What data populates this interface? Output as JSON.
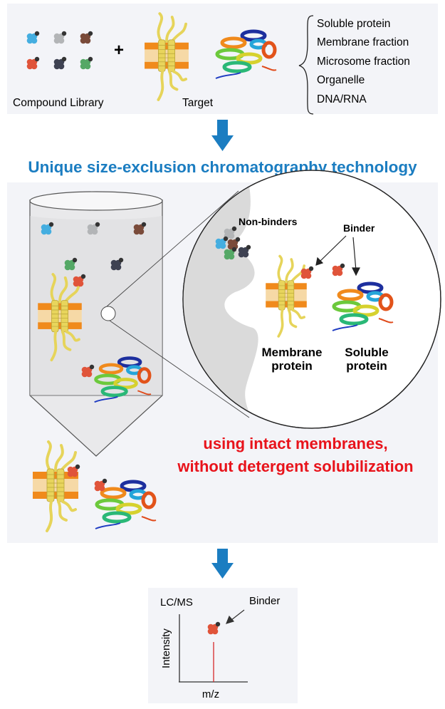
{
  "top_panel": {
    "compound_library_label": "Compound Library",
    "plus_sign": "+",
    "target_label": "Target",
    "target_types": [
      "Soluble protein",
      "Membrane fraction",
      "Microsome fraction",
      "Organelle",
      "DNA/RNA"
    ]
  },
  "title": "Unique size-exclusion chromatography technology",
  "middle_panel": {
    "non_binders_label": "Non-binders",
    "binder_label": "Binder",
    "membrane_protein_label": [
      "Membrane",
      "protein"
    ],
    "soluble_protein_label": [
      "Soluble",
      "protein"
    ],
    "highlight_text": [
      "using intact membranes,",
      "without detergent solubilization"
    ]
  },
  "bottom_panel": {
    "lcms_label": "LC/MS",
    "binder_label": "Binder",
    "y_axis_label": "Intensity",
    "x_axis_label": "m/z"
  },
  "colors": {
    "panel_bg": "#f3f4f8",
    "accent_blue": "#1b7dc1",
    "highlight_red": "#e8131b",
    "compound_blue": "#45aee0",
    "compound_gray": "#b3b5b7",
    "compound_brown": "#7a4b3a",
    "compound_red": "#e0543a",
    "compound_dark": "#3e4252",
    "compound_green": "#55a866"
  }
}
